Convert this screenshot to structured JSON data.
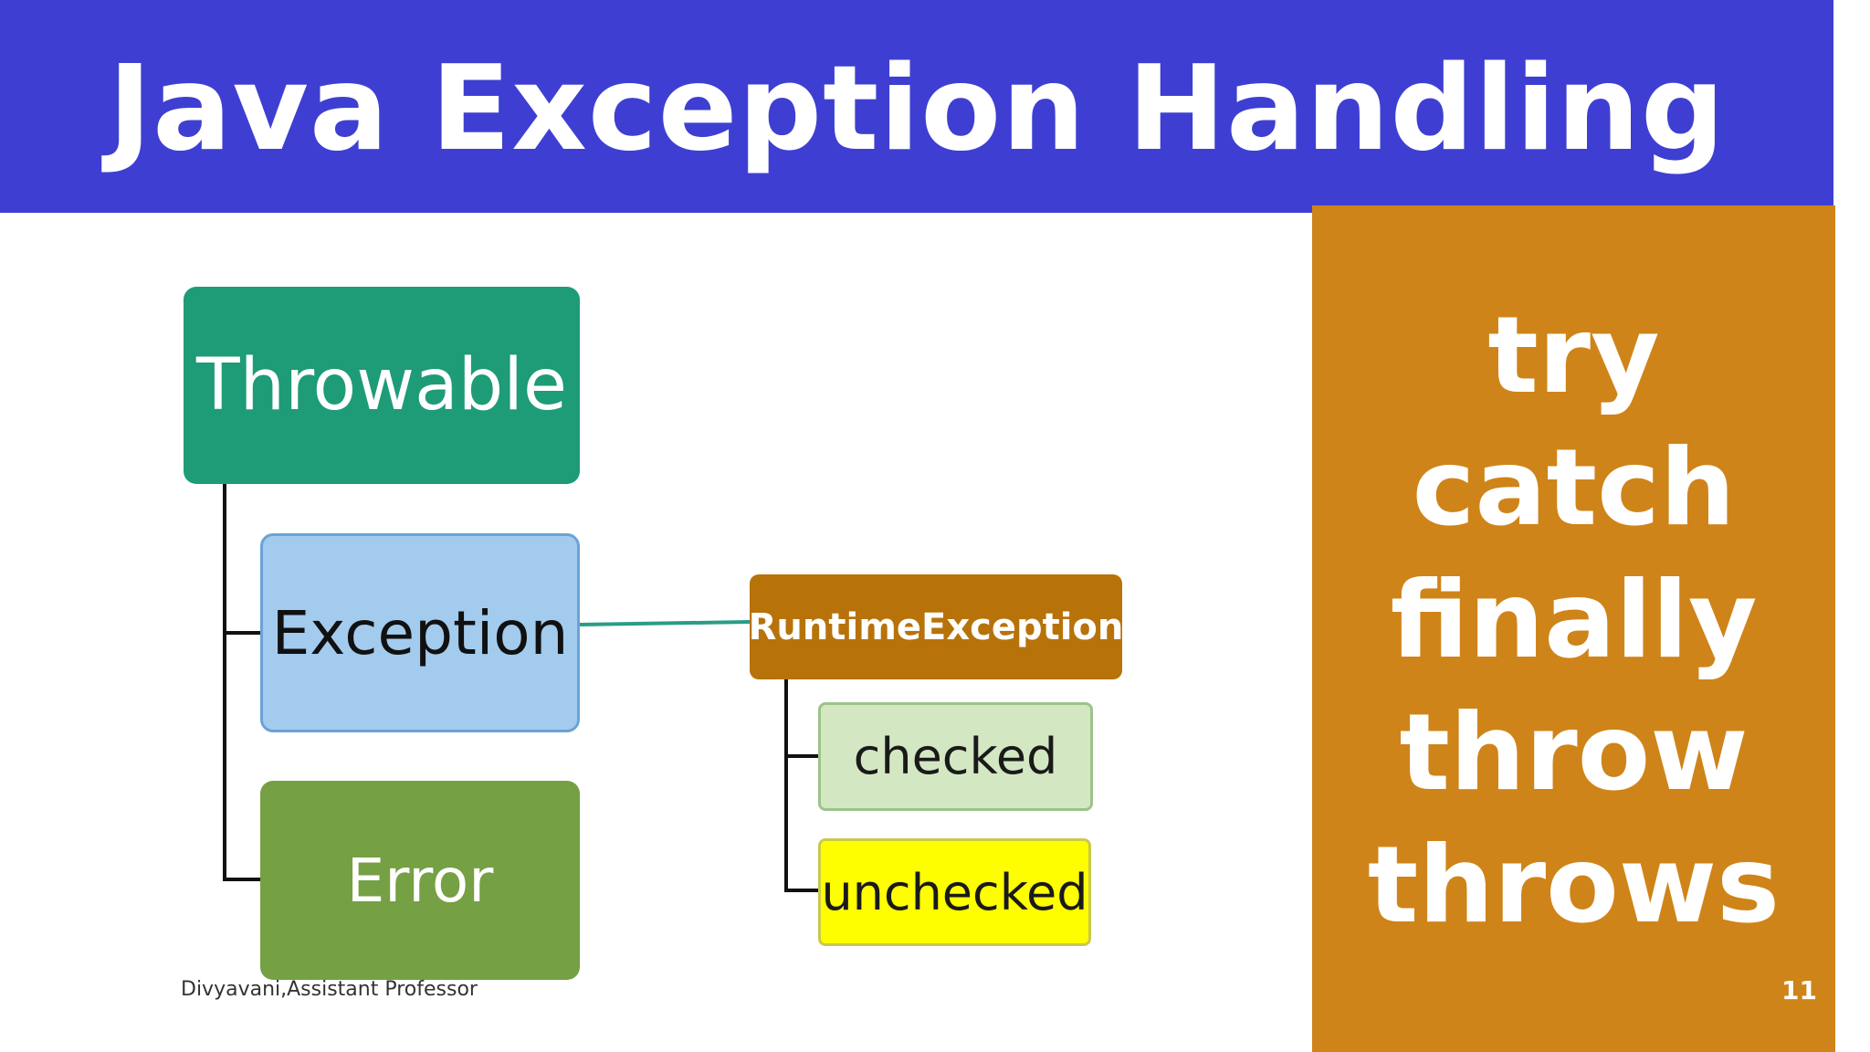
{
  "slide": {
    "title": "Java Exception Handling",
    "keywords": [
      "try",
      "catch",
      "finally",
      "throw",
      "throws"
    ],
    "footer_author": "Divyavani,Assistant Professor",
    "page_number": "11"
  },
  "diagram": {
    "nodes": {
      "throwable": "Throwable",
      "exception": "Exception",
      "error": "Error",
      "runtime_exception": "RuntimeException",
      "checked": "checked",
      "unchecked": "unchecked"
    }
  },
  "colors": {
    "title_bar": "#3e3fd2",
    "keyword_panel": "#cf8419",
    "throwable": "#1e9b77",
    "exception": "#a3cbee",
    "error": "#75a043",
    "runtime_exception": "#b7730a",
    "checked": "#d4e7c3",
    "unchecked": "#fefe00",
    "connector_exception_runtime": "#2a9c86"
  }
}
